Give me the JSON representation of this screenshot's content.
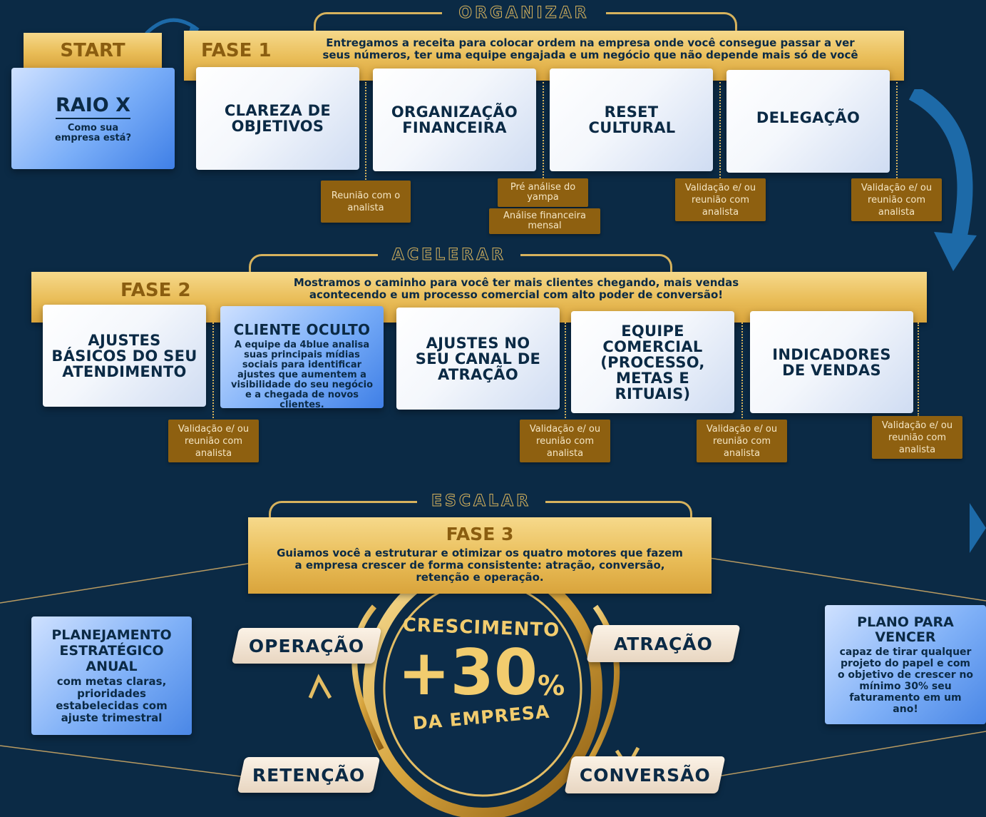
{
  "organizar": {
    "section_label": "ORGANIZAR",
    "start_label": "START",
    "raio_x": {
      "title": "RAIO X",
      "subtitle": "Como sua empresa está?"
    },
    "phase_label": "FASE 1",
    "phase_desc": "Entregamos a receita para colocar ordem na empresa onde você consegue passar a ver seus números, ter uma equipe engajada e um negócio que não depende mais só de você",
    "cards": [
      {
        "title": "CLAREZA DE OBJETIVOS"
      },
      {
        "title": "ORGANIZAÇÃO FINANCEIRA"
      },
      {
        "title": "RESET CULTURAL"
      },
      {
        "title": "DELEGAÇÃO"
      }
    ],
    "notes": [
      "Reunião com o analista",
      "Pré análise do yampa",
      "Análise financeira mensal",
      "Validação e/ ou reunião com analista",
      "Validação e/ ou reunião com analista"
    ]
  },
  "acelerar": {
    "section_label": "ACELERAR",
    "phase_label": "FASE 2",
    "phase_desc": "Mostramos o caminho para você ter mais clientes chegando, mais vendas acontecendo e um processo comercial com alto poder de conversão!",
    "cards": [
      {
        "title": "AJUSTES BÁSICOS DO SEU ATENDIMENTO"
      },
      {
        "title": "CLIENTE OCULTO",
        "desc": "A equipe da 4blue analisa suas principais mídias sociais para identificar ajustes que aumentem a visibilidade do seu negócio e a chegada de novos clientes."
      },
      {
        "title": "AJUSTES NO SEU CANAL DE ATRAÇÃO"
      },
      {
        "title": "EQUIPE COMERCIAL (PROCESSO, METAS E RITUAIS)"
      },
      {
        "title": "INDICADORES DE VENDAS"
      }
    ],
    "notes": [
      "Validação e/ ou reunião com analista",
      "Validação e/ ou reunião com analista",
      "Validação e/ ou reunião com analista",
      "Validação e/ ou reunião com analista"
    ]
  },
  "escalar": {
    "section_label": "ESCALAR",
    "phase_label": "FASE 3",
    "phase_desc": "Guiamos você a estruturar e otimizar os quatro motores que fazem a empresa crescer de forma consistente: atração, conversão, retenção e operação.",
    "pills": [
      "OPERAÇÃO",
      "ATRAÇÃO",
      "RETENÇÃO",
      "CONVERSÃO"
    ],
    "center": {
      "top": "CRESCIMENTO",
      "value": "+30",
      "unit": "%",
      "bottom": "DA EMPRESA"
    },
    "left_card": {
      "title": "PLANEJAMENTO ESTRATÉGICO ANUAL",
      "desc": "com metas claras, prioridades estabelecidas com ajuste trimestral"
    },
    "right_card": {
      "title": "PLANO PARA VENCER",
      "desc": "capaz de tirar qualquer projeto do papel e com o objetivo de crescer no mínimo 30% seu faturamento em um ano!"
    }
  },
  "colors": {
    "background": "#0b2a45",
    "gold": "#e9bd58",
    "brown": "#8e6010",
    "navy": "#0b2a45"
  }
}
